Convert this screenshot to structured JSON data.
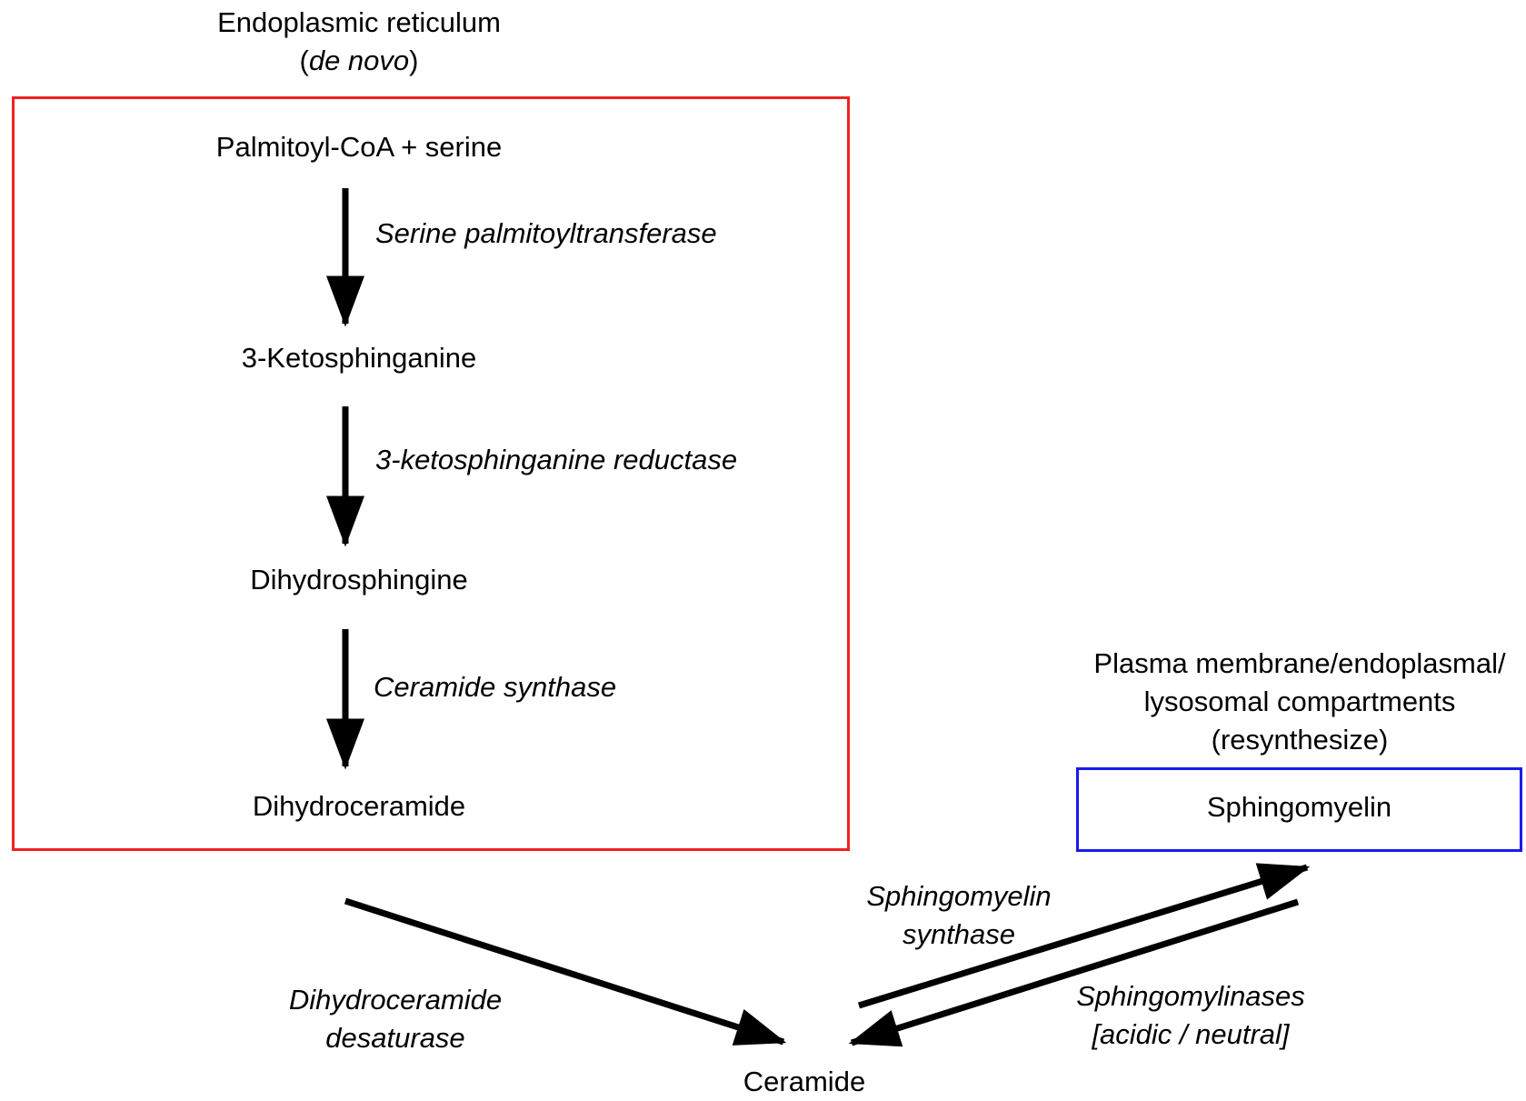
{
  "er": {
    "title_line1": "Endoplasmic reticulum",
    "title_paren_open": "(",
    "title_italic": "de novo",
    "title_paren_close": ")",
    "border_color": "#ee2222"
  },
  "pathway": {
    "step1": "Palmitoyl-CoA + serine",
    "enzyme1": "Serine palmitoyltransferase",
    "step2": "3-Ketosphinganine",
    "enzyme2": "3-ketosphinganine reductase",
    "step3": "Dihydrosphingine",
    "enzyme3": "Ceramide synthase",
    "step4": "Dihydroceramide"
  },
  "membrane": {
    "title_line1": "Plasma membrane/endoplasmal/",
    "title_line2": "lysosomal compartments",
    "title_line3": "(resynthesize)",
    "box_label": "Sphingomyelin",
    "border_color": "#1a1aee"
  },
  "lower": {
    "desaturase_line1": "Dihydroceramide",
    "desaturase_line2": "desaturase",
    "synthase_line1": "Sphingomyelin",
    "synthase_line2": "synthase",
    "sphingomylinases_line1": "Sphingomylinases",
    "sphingomylinases_line2": "[acidic / neutral]",
    "product": "Ceramide"
  },
  "icons": {
    "pathway_arrow": "arrow-down-icon",
    "reaction_arrow": "arrow-diagonal-icon"
  }
}
